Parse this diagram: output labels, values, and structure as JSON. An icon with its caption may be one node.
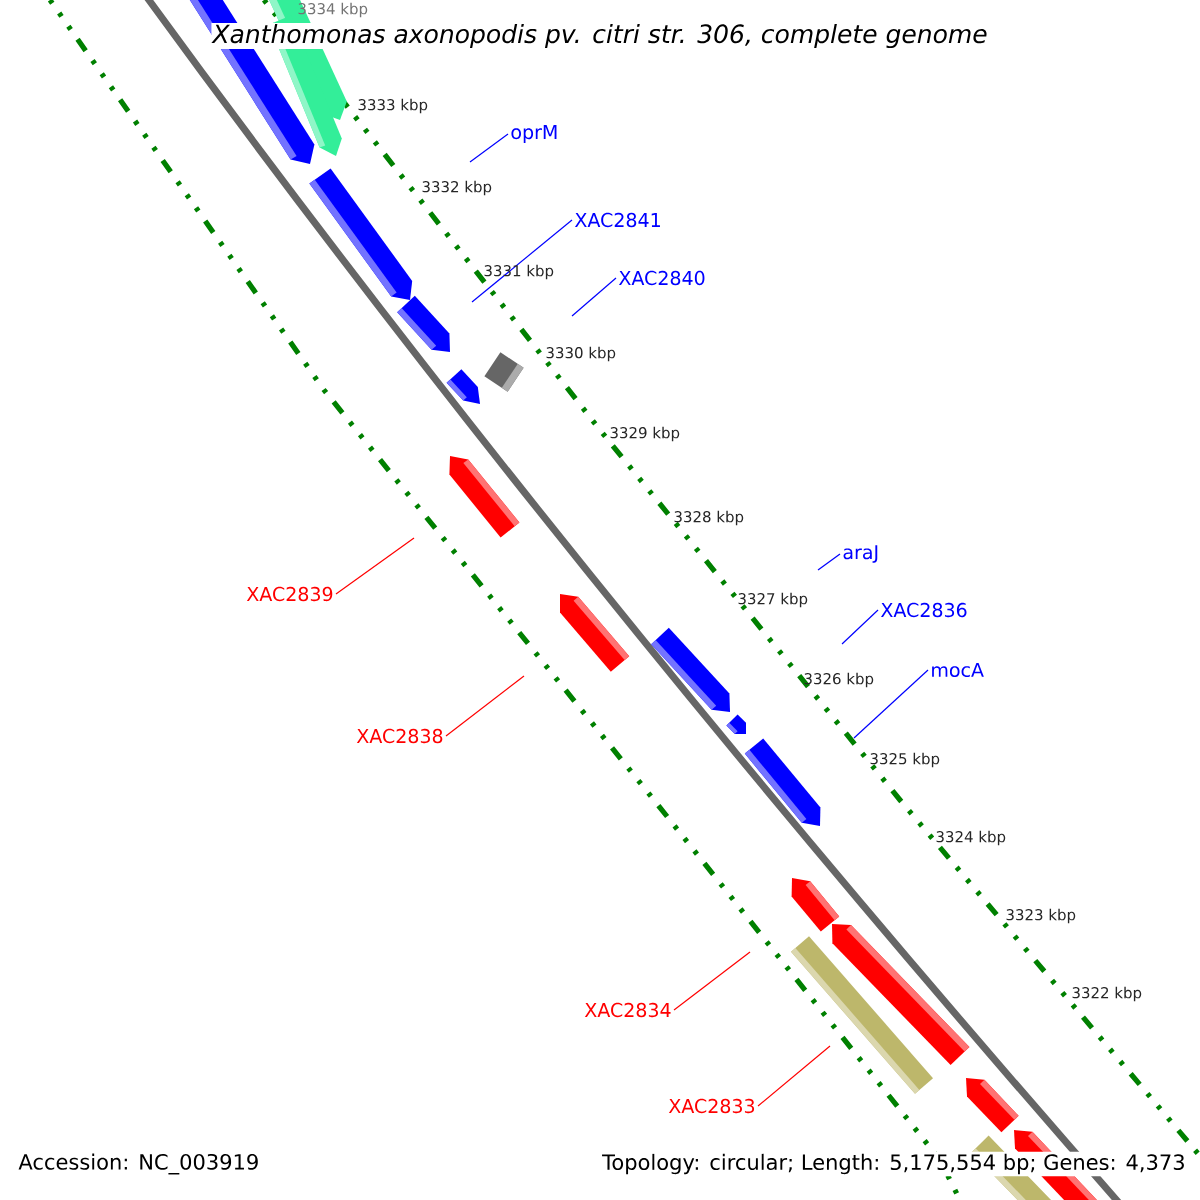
{
  "diagram": {
    "title": "Xanthomonas axonopodis pv. citri str. 306, complete genome",
    "nodes": [
      {
        "text": [
          "oprM"
        ]
      },
      {
        "text": [
          "XAC2841"
        ]
      },
      {
        "text": [
          "XAC2840"
        ]
      },
      {
        "text": [
          "XAC2839"
        ]
      },
      {
        "text": [
          "XAC2838"
        ]
      },
      {
        "text": [
          "araJ"
        ]
      },
      {
        "text": [
          "XAC2836"
        ]
      },
      {
        "text": [
          "mocA"
        ]
      },
      {
        "text": [
          "XAC2834"
        ]
      },
      {
        "text": [
          "XAC2833"
        ]
      }
    ],
    "edges": [
      {
        "from": 0,
        "to": null,
        "arrow": "none",
        "color": "#0000ff"
      },
      {
        "from": 1,
        "to": null,
        "arrow": "none",
        "color": "#0000ff"
      },
      {
        "from": 2,
        "to": null,
        "arrow": "none",
        "color": "#0000ff"
      },
      {
        "from": 3,
        "to": null,
        "arrow": "none",
        "color": "#ff0000"
      },
      {
        "from": 4,
        "to": null,
        "arrow": "none",
        "color": "#ff0000"
      },
      {
        "from": 5,
        "to": null,
        "arrow": "none",
        "color": "#0000ff"
      },
      {
        "from": 6,
        "to": null,
        "arrow": "none",
        "color": "#0000ff"
      },
      {
        "from": 7,
        "to": null,
        "arrow": "none",
        "color": "#0000ff"
      },
      {
        "from": 8,
        "to": null,
        "arrow": "none",
        "color": "#ff0000"
      },
      {
        "from": 9,
        "to": null,
        "arrow": "none",
        "color": "#ff0000"
      }
    ],
    "labels": [
      "3334 kbp",
      "3333 kbp",
      "3332 kbp",
      "3331 kbp",
      "3330 kbp",
      "3329 kbp",
      "3328 kbp",
      "3327 kbp",
      "3326 kbp",
      "3325 kbp",
      "3324 kbp",
      "3323 kbp",
      "3322 kbp",
      "Accession: NC_003919",
      "Topology: circular; Length: 5,175,554 bp; Genes: 4,373"
    ]
  }
}
